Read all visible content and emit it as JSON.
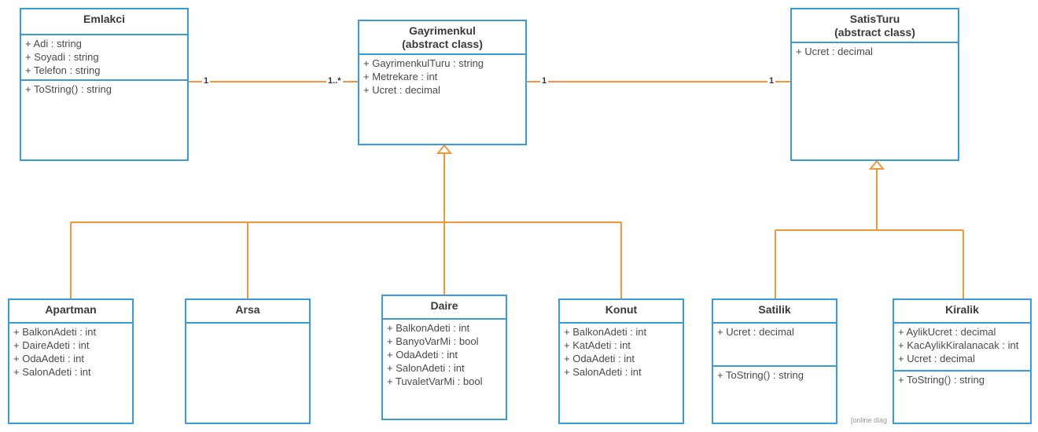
{
  "classes": {
    "emlakci": {
      "name": "Emlakci",
      "attributes": [
        "+ Adi : string",
        "+ Soyadi : string",
        "+ Telefon : string"
      ],
      "methods": [
        "+ ToString() : string"
      ]
    },
    "gayrimenkul": {
      "name": "Gayrimenkul",
      "stereotype": "(abstract class)",
      "attributes": [
        "+ GayrimenkulTuru : string",
        "+ Metrekare : int",
        "+ Ucret : decimal"
      ]
    },
    "satisturu": {
      "name": "SatisTuru",
      "stereotype": "(abstract class)",
      "attributes": [
        "+ Ucret : decimal"
      ]
    },
    "apartman": {
      "name": "Apartman",
      "attributes": [
        "+ BalkonAdeti : int",
        "+ DaireAdeti : int",
        "+ OdaAdeti : int",
        "+ SalonAdeti : int"
      ]
    },
    "arsa": {
      "name": "Arsa"
    },
    "daire": {
      "name": "Daire",
      "attributes": [
        "+ BalkonAdeti : int",
        "+ BanyoVarMi : bool",
        "+ OdaAdeti : int",
        "+ SalonAdeti : int",
        "+ TuvaletVarMi : bool"
      ]
    },
    "konut": {
      "name": "Konut",
      "attributes": [
        "+ BalkonAdeti : int",
        "+ KatAdeti : int",
        "+ OdaAdeti : int",
        "+ SalonAdeti : int"
      ]
    },
    "satilik": {
      "name": "Satilik",
      "attributes": [
        "+ Ucret : decimal"
      ],
      "methods": [
        "+ ToString() : string"
      ]
    },
    "kiralik": {
      "name": "Kiralik",
      "attributes": [
        "+ AylikUcret : decimal",
        "+ KacAylikKiralanacak : int",
        "+ Ucret : decimal"
      ],
      "methods": [
        "+ ToString() : string"
      ]
    }
  },
  "associations": {
    "emlakci_gayrimenkul": {
      "source_mult": "1",
      "target_mult": "1..*"
    },
    "gayrimenkul_satisturu": {
      "source_mult": "1",
      "target_mult": "1"
    }
  },
  "colors": {
    "class_border": "#3b9ad9",
    "connector": "#f0963c"
  },
  "watermark": "[online diag"
}
